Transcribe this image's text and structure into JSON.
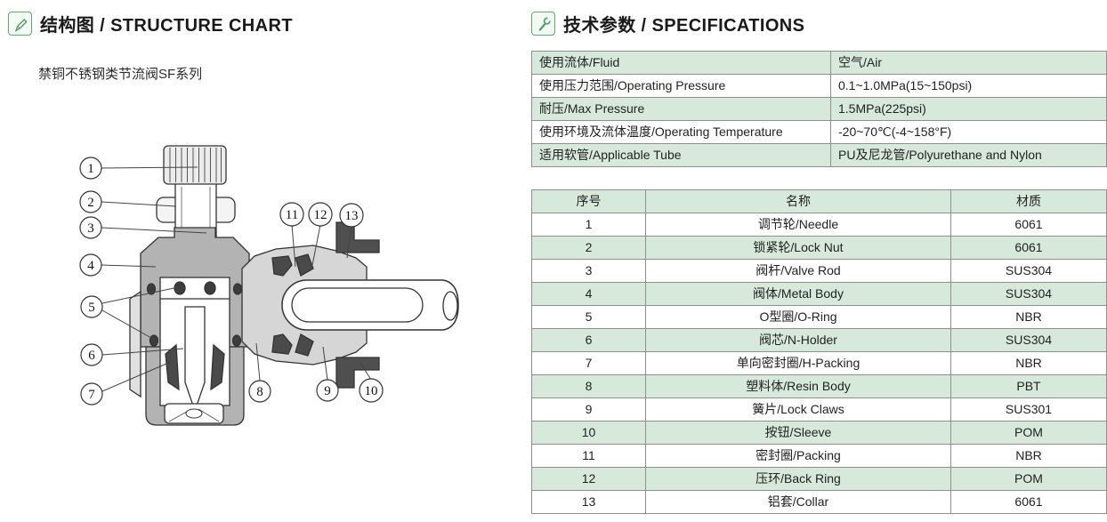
{
  "structure": {
    "section_title": "结构图 / STRUCTURE CHART",
    "subtitle": "禁铜不锈钢类节流阀SF系列",
    "callouts": [
      "1",
      "2",
      "3",
      "4",
      "5",
      "6",
      "7",
      "8",
      "9",
      "10",
      "11",
      "12",
      "13"
    ]
  },
  "specifications": {
    "section_title": "技术参数 / SPECIFICATIONS",
    "spec_table": {
      "rows": [
        {
          "label": "使用流体/Fluid",
          "value": "空气/Air"
        },
        {
          "label": "使用压力范围/Operating Pressure",
          "value": "0.1~1.0MPa(15~150psi)"
        },
        {
          "label": "耐压/Max Pressure",
          "value": "1.5MPa(225psi)"
        },
        {
          "label": "使用环境及流体温度/Operating Temperature",
          "value": "-20~70℃(-4~158°F)"
        },
        {
          "label": "适用软管/Applicable Tube",
          "value": "PU及尼龙管/Polyurethane and Nylon"
        }
      ]
    },
    "parts_table": {
      "headers": [
        "序号",
        "名称",
        "材质"
      ],
      "rows": [
        {
          "no": "1",
          "name": "调节轮/Needle",
          "material": "6061"
        },
        {
          "no": "2",
          "name": "锁紧轮/Lock Nut",
          "material": "6061"
        },
        {
          "no": "3",
          "name": "阀杆/Valve Rod",
          "material": "SUS304"
        },
        {
          "no": "4",
          "name": "阀体/Metal Body",
          "material": "SUS304"
        },
        {
          "no": "5",
          "name": "O型圈/O-Ring",
          "material": "NBR"
        },
        {
          "no": "6",
          "name": "阀芯/N-Holder",
          "material": "SUS304"
        },
        {
          "no": "7",
          "name": "单向密封圈/H-Packing",
          "material": "NBR"
        },
        {
          "no": "8",
          "name": "塑料体/Resin Body",
          "material": "PBT"
        },
        {
          "no": "9",
          "name": "簧片/Lock Claws",
          "material": "SUS301"
        },
        {
          "no": "10",
          "name": "按钮/Sleeve",
          "material": "POM"
        },
        {
          "no": "11",
          "name": "密封圈/Packing",
          "material": "NBR"
        },
        {
          "no": "12",
          "name": "压环/Back Ring",
          "material": "POM"
        },
        {
          "no": "13",
          "name": "铝套/Collar",
          "material": "6061"
        }
      ]
    }
  },
  "colors": {
    "row_green": "#d7e9da",
    "table_border": "#8f8f8f",
    "icon_green": "#4d9c63",
    "drawing_body_gray": "#b3b3b3",
    "drawing_fitting_gray": "#d6d6d6",
    "drawing_dark_parts": "#4a4a4a"
  }
}
